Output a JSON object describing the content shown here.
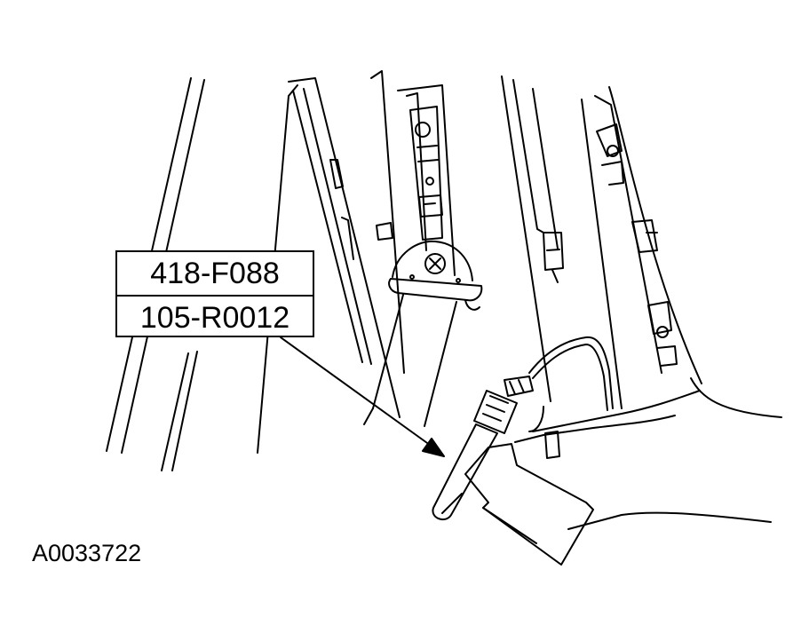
{
  "callout": {
    "tool_number": "418-F088",
    "adapter_number": "105-R0012"
  },
  "figure_id": "A0033722",
  "colors": {
    "line": "#000000",
    "background": "#ffffff"
  }
}
